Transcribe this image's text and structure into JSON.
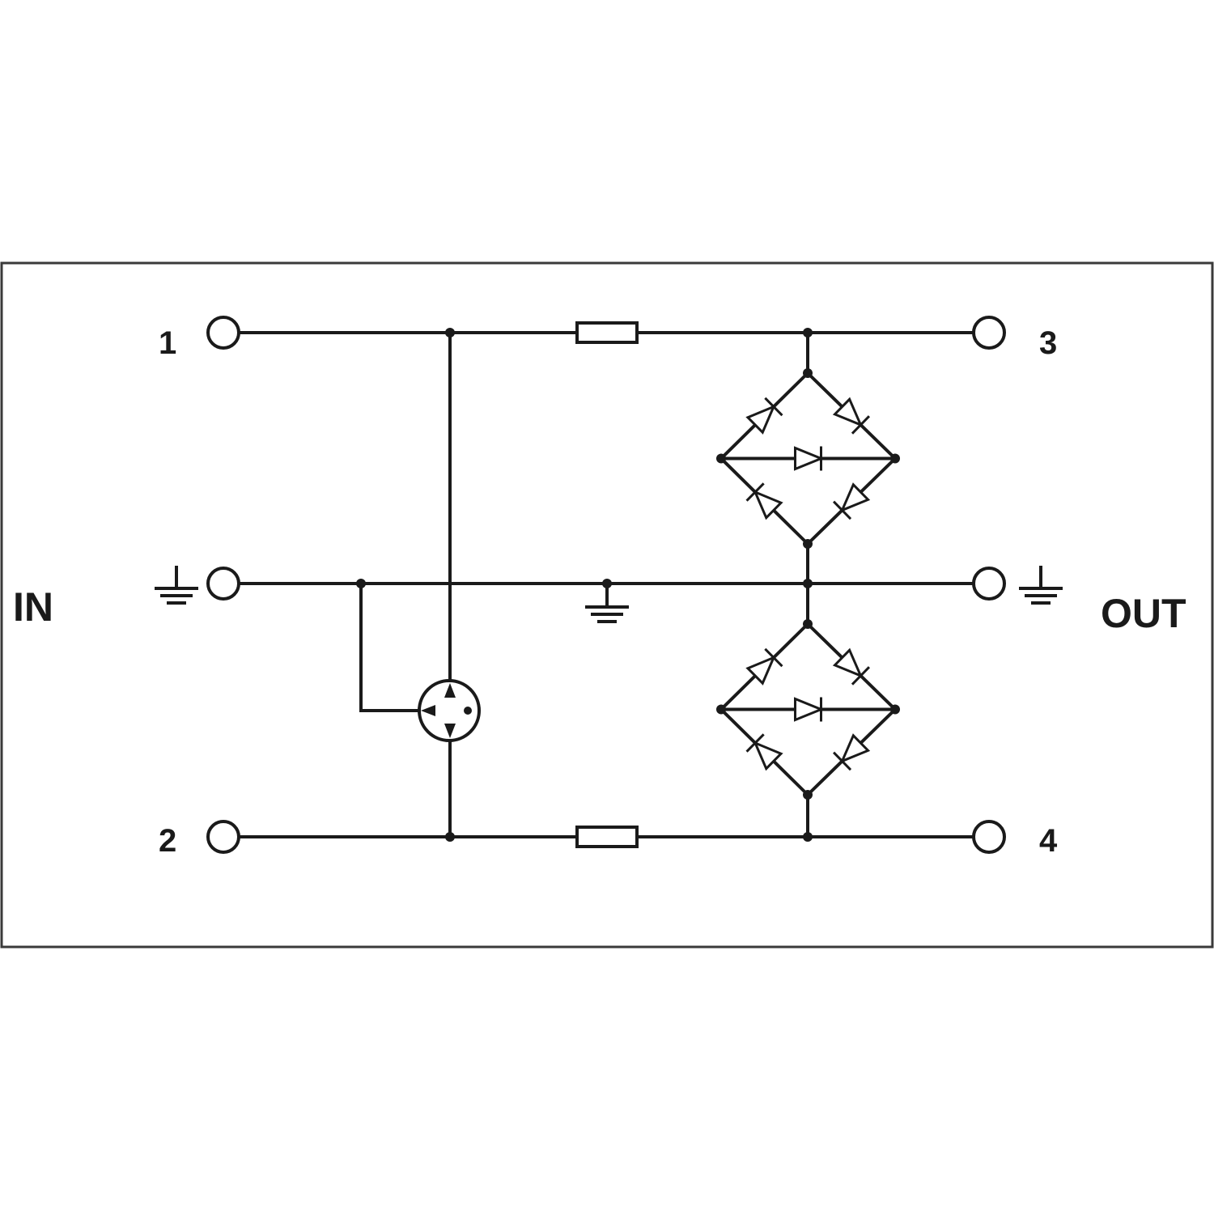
{
  "labels": {
    "in": "IN",
    "out": "OUT",
    "pin1": "1",
    "pin2": "2",
    "pin3": "3",
    "pin4": "4"
  },
  "components": {
    "resistors": 2,
    "bridges": 2,
    "diodes_per_bridge": 5,
    "gas_discharge_tubes": 1,
    "ground_symbols": 3,
    "terminals": 6
  },
  "colors": {
    "line": "#1a1a1a",
    "frame": "#3a3a3a",
    "background": "#ffffff"
  }
}
